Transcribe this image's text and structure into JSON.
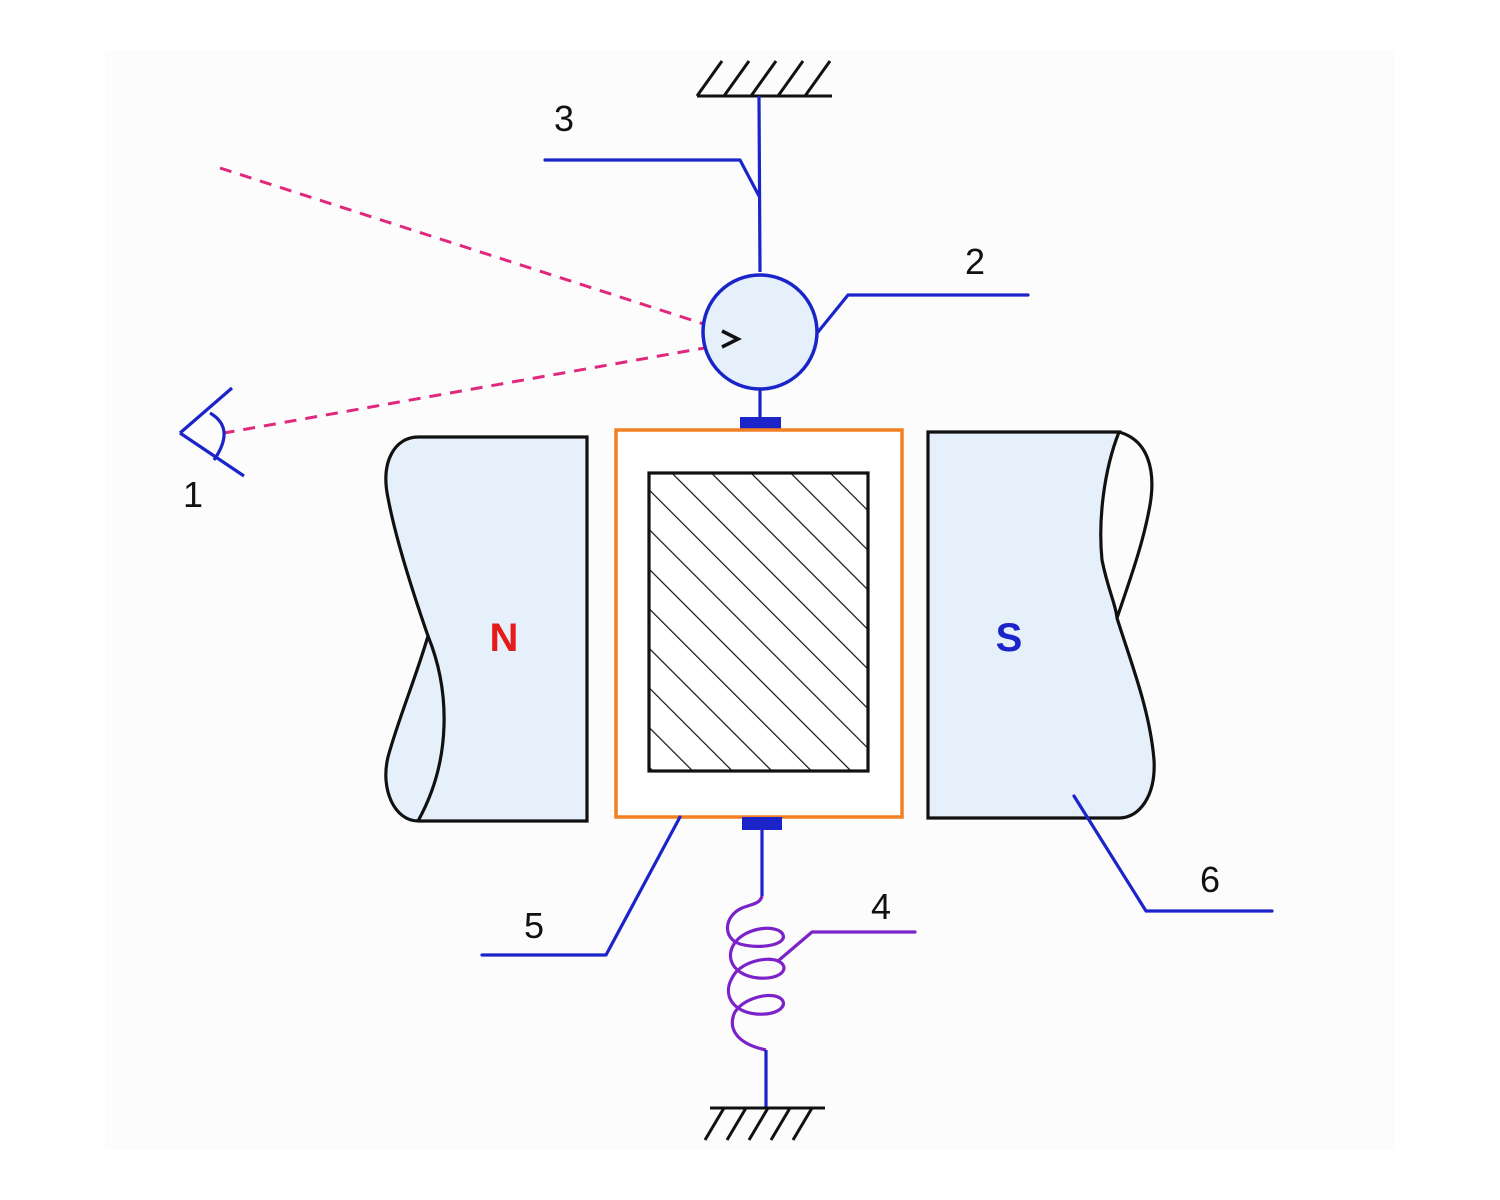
{
  "magnets": {
    "north_label": "N",
    "south_label": "S"
  },
  "callouts": [
    "1",
    "2",
    "3",
    "4",
    "5",
    "6"
  ],
  "colors": {
    "background": "#ffffff",
    "panel": "#fcfcfd",
    "wire": "#1a24c9",
    "magnet_fill": "#e6f0fb",
    "outline": "#111111",
    "north": "#e31b1b",
    "south": "#1a24c9",
    "frame": "#f27f22",
    "laser": "#e0287c",
    "spring": "#7b22c9"
  }
}
